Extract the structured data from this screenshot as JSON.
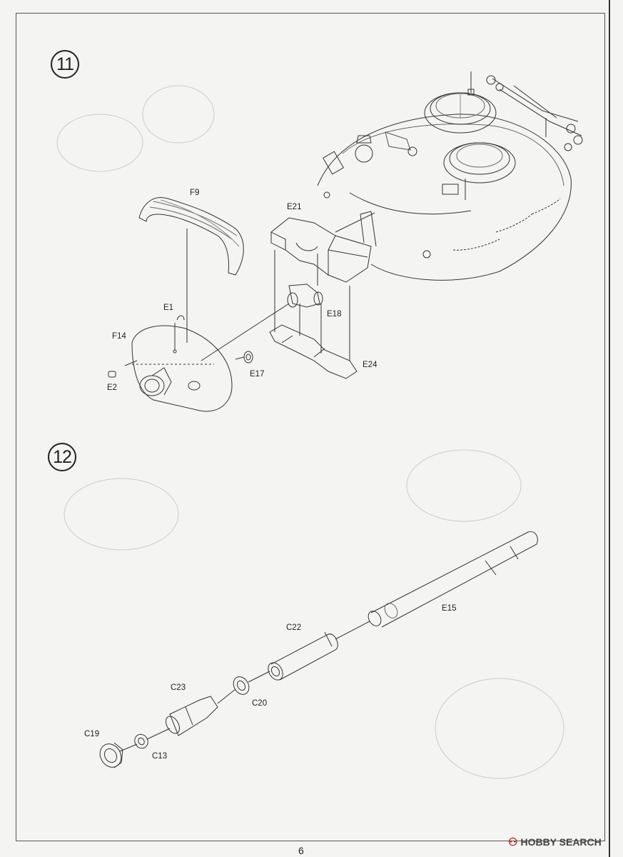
{
  "steps": [
    {
      "number": "11",
      "parts": [
        "F9",
        "E21",
        "E1",
        "F14",
        "E18",
        "E17",
        "E24",
        "E2"
      ]
    },
    {
      "number": "12",
      "parts": [
        "E15",
        "C22",
        "C23",
        "C20",
        "C19",
        "C13"
      ]
    }
  ],
  "page_number": "6",
  "watermark": {
    "logo_glyph": "⚇",
    "text": "HOBBY SEARCH"
  }
}
